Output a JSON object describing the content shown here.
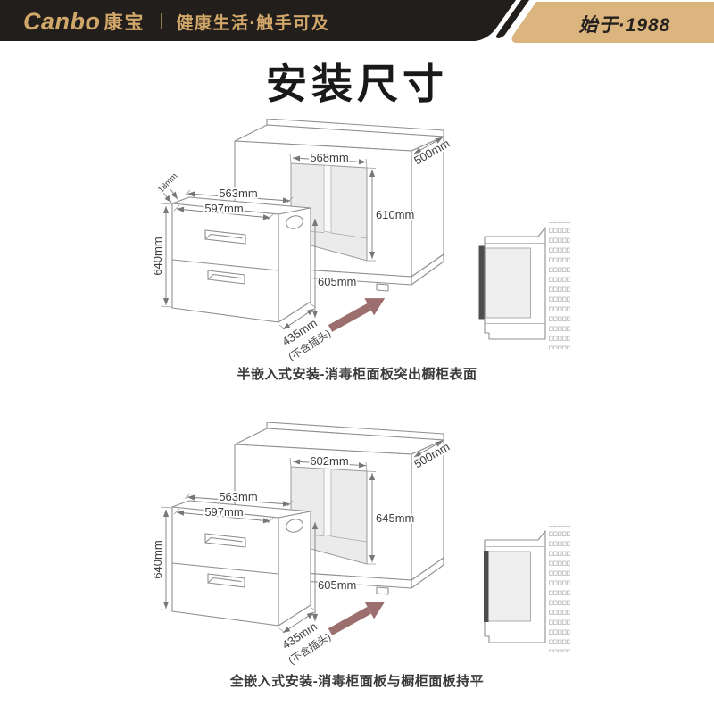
{
  "header": {
    "logo_en": "Canbo",
    "logo_cn": "康宝",
    "divider": "|",
    "slogan": "健康生活·触手可及",
    "since": "始于·1988"
  },
  "page_title": "安装尺寸",
  "colors": {
    "header_bg": "#211E1B",
    "header_gold": "#DCB47E",
    "logo_gold": "#D2A76A",
    "arrow": "#9C6F6E",
    "line_gray": "#8F8F8F",
    "label_text": "#3E3E3E"
  },
  "diagrams": [
    {
      "caption": "半嵌入式安装-消毒柜面板突出橱柜表面",
      "labels": {
        "opening_width": "568mm",
        "opening_height": "610mm",
        "cabinet_depth": "500mm",
        "top_width": "563mm",
        "panel_width": "597mm",
        "unit_height": "640mm",
        "bottom_height": "605mm",
        "unit_depth": "435mm",
        "unit_depth_note": "(不含插头)",
        "panel_protrusion": "18mm"
      }
    },
    {
      "caption": "全嵌入式安装-消毒柜面板与橱柜面板持平",
      "labels": {
        "opening_width": "602mm",
        "opening_height": "645mm",
        "cabinet_depth": "500mm",
        "top_width": "563mm",
        "panel_width": "597mm",
        "unit_height": "640mm",
        "bottom_height": "605mm",
        "unit_depth": "435mm",
        "unit_depth_note": "(不含插头)"
      }
    }
  ]
}
